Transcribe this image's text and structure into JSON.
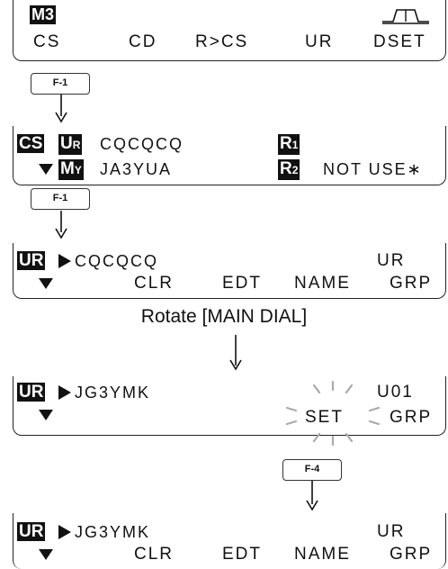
{
  "screen1": {
    "mode": "M3",
    "menu": [
      "CS",
      "CD",
      "R>CS",
      "UR",
      "DSET"
    ],
    "icon": "dset-waveform-icon"
  },
  "key_f1_a": "F-1",
  "screen2": {
    "cs": "CS",
    "ur_tag": "UR",
    "ur_value": "CQCQCQ",
    "r1_tag": "R1",
    "my_tag": "MY",
    "my_value": "JA3YUA",
    "r2_tag": "R2",
    "r2_value": "NOT USE∗"
  },
  "key_f1_b": "F-1",
  "screen3": {
    "tag": "UR",
    "value": "CQCQCQ",
    "right": "UR",
    "menu": [
      "CLR",
      "EDT",
      "NAME",
      "GRP"
    ]
  },
  "caption": "Rotate [MAIN DIAL]",
  "screen4": {
    "tag": "UR",
    "value": "JG3YMK",
    "right": "U01",
    "menu": [
      "SET",
      "GRP"
    ]
  },
  "key_f4": "F-4",
  "screen5": {
    "tag": "UR",
    "value": "JG3YMK",
    "right": "UR",
    "menu": [
      "CLR",
      "EDT",
      "NAME",
      "GRP"
    ]
  }
}
